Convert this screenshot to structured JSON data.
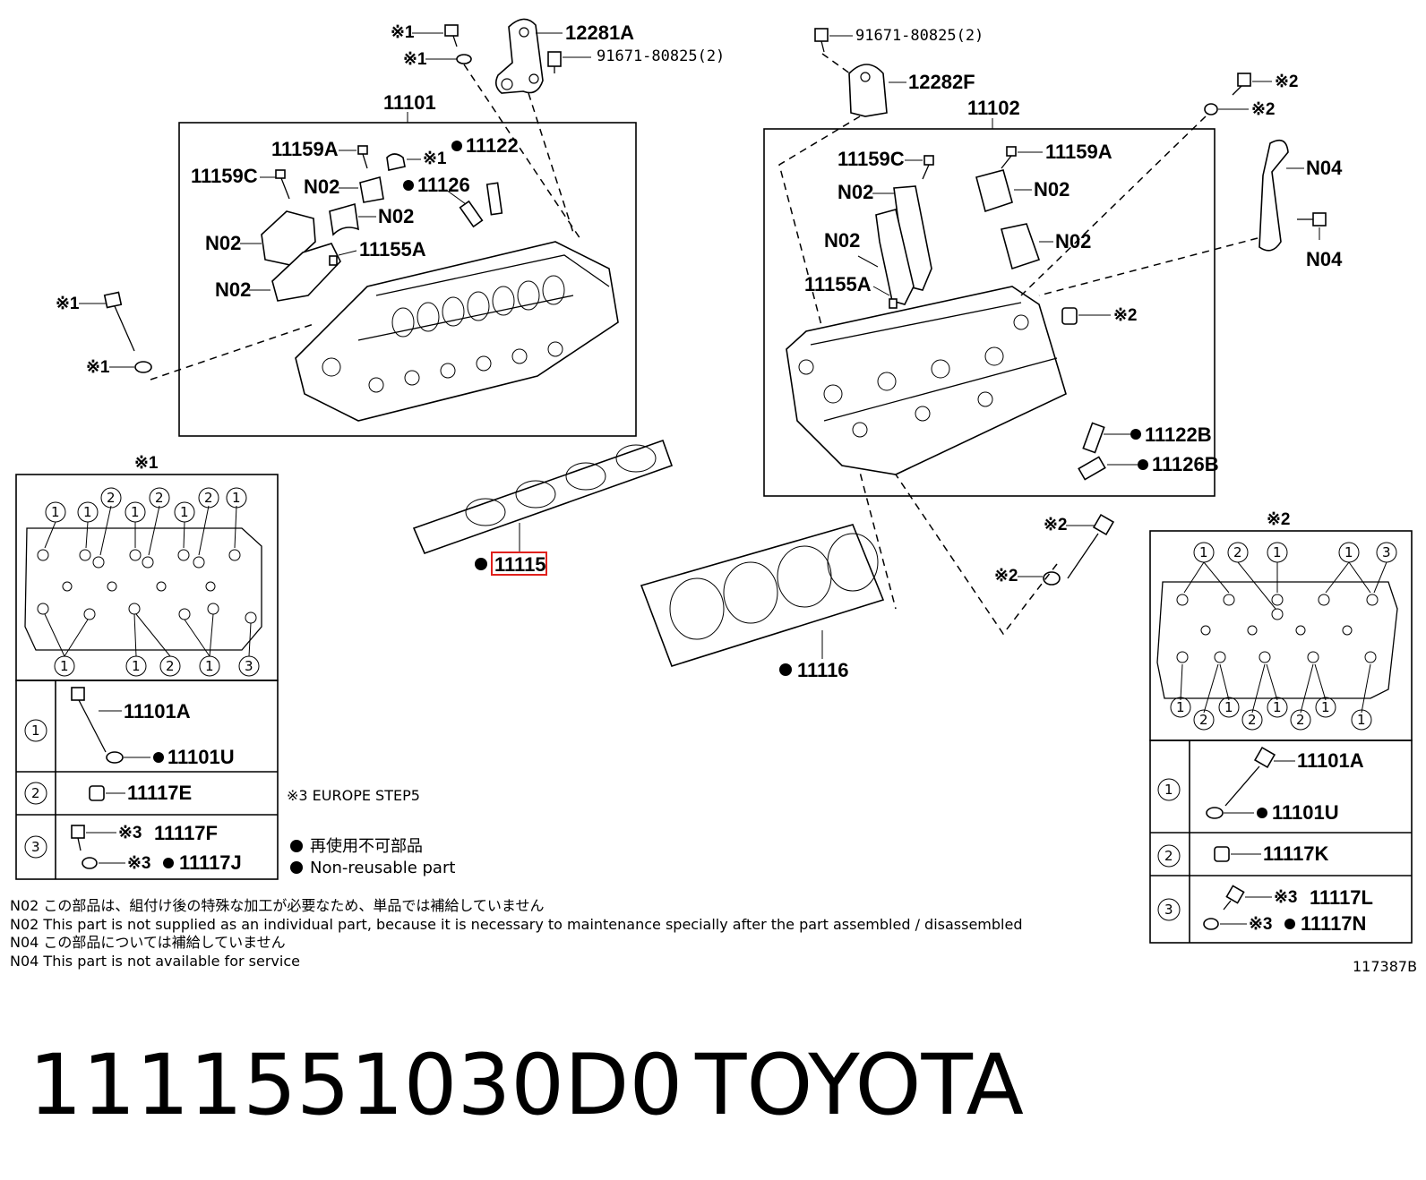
{
  "labels": {
    "head_left": "11101",
    "head_right": "11102",
    "bracket_a": "12281A",
    "bracket_f": "12282F",
    "bolt_pn": "91671-80825(2)",
    "bolt_pn2": "91671-80825(2)",
    "l_11159a": "11159A",
    "l_11159c": "11159C",
    "l_n02_a": "N02",
    "l_n02_b": "N02",
    "l_n02_c": "N02",
    "l_n02_d": "N02",
    "l_11155a": "11155A",
    "l_11122": "11122",
    "l_11126": "11126",
    "r_11159c": "11159C",
    "r_11159a": "11159A",
    "r_n02_a": "N02",
    "r_n02_b": "N02",
    "r_n02_c": "N02",
    "r_n02_d": "N02",
    "r_11155a": "11155A",
    "r_n04_a": "N04",
    "r_n04_b": "N04",
    "r_11122b": "11122B",
    "r_11126b": "11126B",
    "gasket_l": "11115",
    "gasket_r": "11116",
    "ref1_a": "※1",
    "ref1_b": "※1",
    "ref1_c": "※1",
    "ref1_d": "※1",
    "ref1_e": "※1",
    "ref2_a": "※2",
    "ref2_b": "※2",
    "ref2_c": "※2",
    "ref2_d": "※2",
    "ref2_e": "※2",
    "panel1_title": "※1",
    "panel2_title": "※2",
    "europe_note": "※3 EUROPE STEP5",
    "diagram_id": "117387B"
  },
  "panel1": {
    "row1_a": "11101A",
    "row1_b": "11101U",
    "row2": "11117E",
    "row3_a": "11117F",
    "row3_b": "11117J",
    "ref3_a": "※3",
    "ref3_b": "※3"
  },
  "panel2": {
    "row1_a": "11101A",
    "row1_b": "11101U",
    "row2": "11117K",
    "row3_a": "11117L",
    "row3_b": "11117N",
    "ref3_a": "※3",
    "ref3_b": "※3"
  },
  "circled": {
    "c1": "1",
    "c2": "2",
    "c3": "3"
  },
  "legend": {
    "ja": "再使用不可部品",
    "en": "Non-reusable part"
  },
  "notes": [
    "N02  この部品は、組付け後の特殊な加工が必要なため、単品では補給していません",
    "N02  This part is not supplied as an individual part, because it is necessary to maintenance specially after the part assembled / disassembled",
    "N04  この部品については補給していません",
    "N04  This part is not available for service"
  ],
  "footer": {
    "part_number": "1111551030D0",
    "brand": "TOYOTA"
  },
  "highlight_color": "#e0201c"
}
